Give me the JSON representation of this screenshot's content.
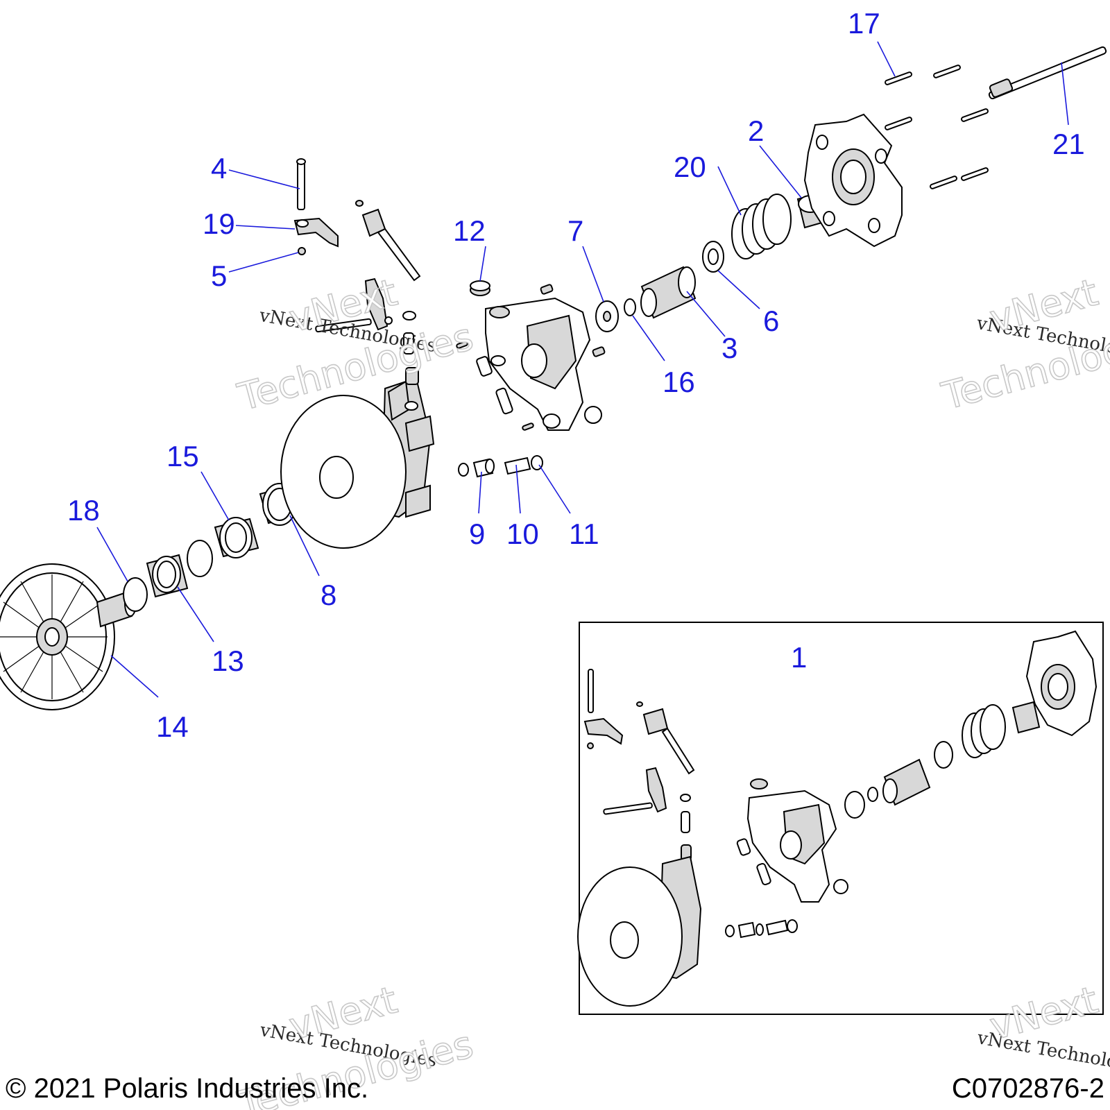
{
  "callouts": [
    {
      "id": "1",
      "text": "1"
    },
    {
      "id": "2",
      "text": "2"
    },
    {
      "id": "3",
      "text": "3"
    },
    {
      "id": "4",
      "text": "4"
    },
    {
      "id": "5",
      "text": "5"
    },
    {
      "id": "6",
      "text": "6"
    },
    {
      "id": "7",
      "text": "7"
    },
    {
      "id": "8",
      "text": "8"
    },
    {
      "id": "9",
      "text": "9"
    },
    {
      "id": "10",
      "text": "10"
    },
    {
      "id": "11",
      "text": "11"
    },
    {
      "id": "12",
      "text": "12"
    },
    {
      "id": "13",
      "text": "13"
    },
    {
      "id": "14",
      "text": "14"
    },
    {
      "id": "15",
      "text": "15"
    },
    {
      "id": "16",
      "text": "16"
    },
    {
      "id": "17",
      "text": "17"
    },
    {
      "id": "18",
      "text": "18"
    },
    {
      "id": "19",
      "text": "19"
    },
    {
      "id": "20",
      "text": "20"
    },
    {
      "id": "21",
      "text": "21"
    }
  ],
  "watermark": {
    "line": "vNext Technologies",
    "big_top": "vNext",
    "big_bottom": "Technologies"
  },
  "footer": {
    "copyright": "© 2021 Polaris Industries Inc.",
    "code": "C0702876-2"
  },
  "colors": {
    "callout": "#1a1adc",
    "line_art": "#000000"
  }
}
